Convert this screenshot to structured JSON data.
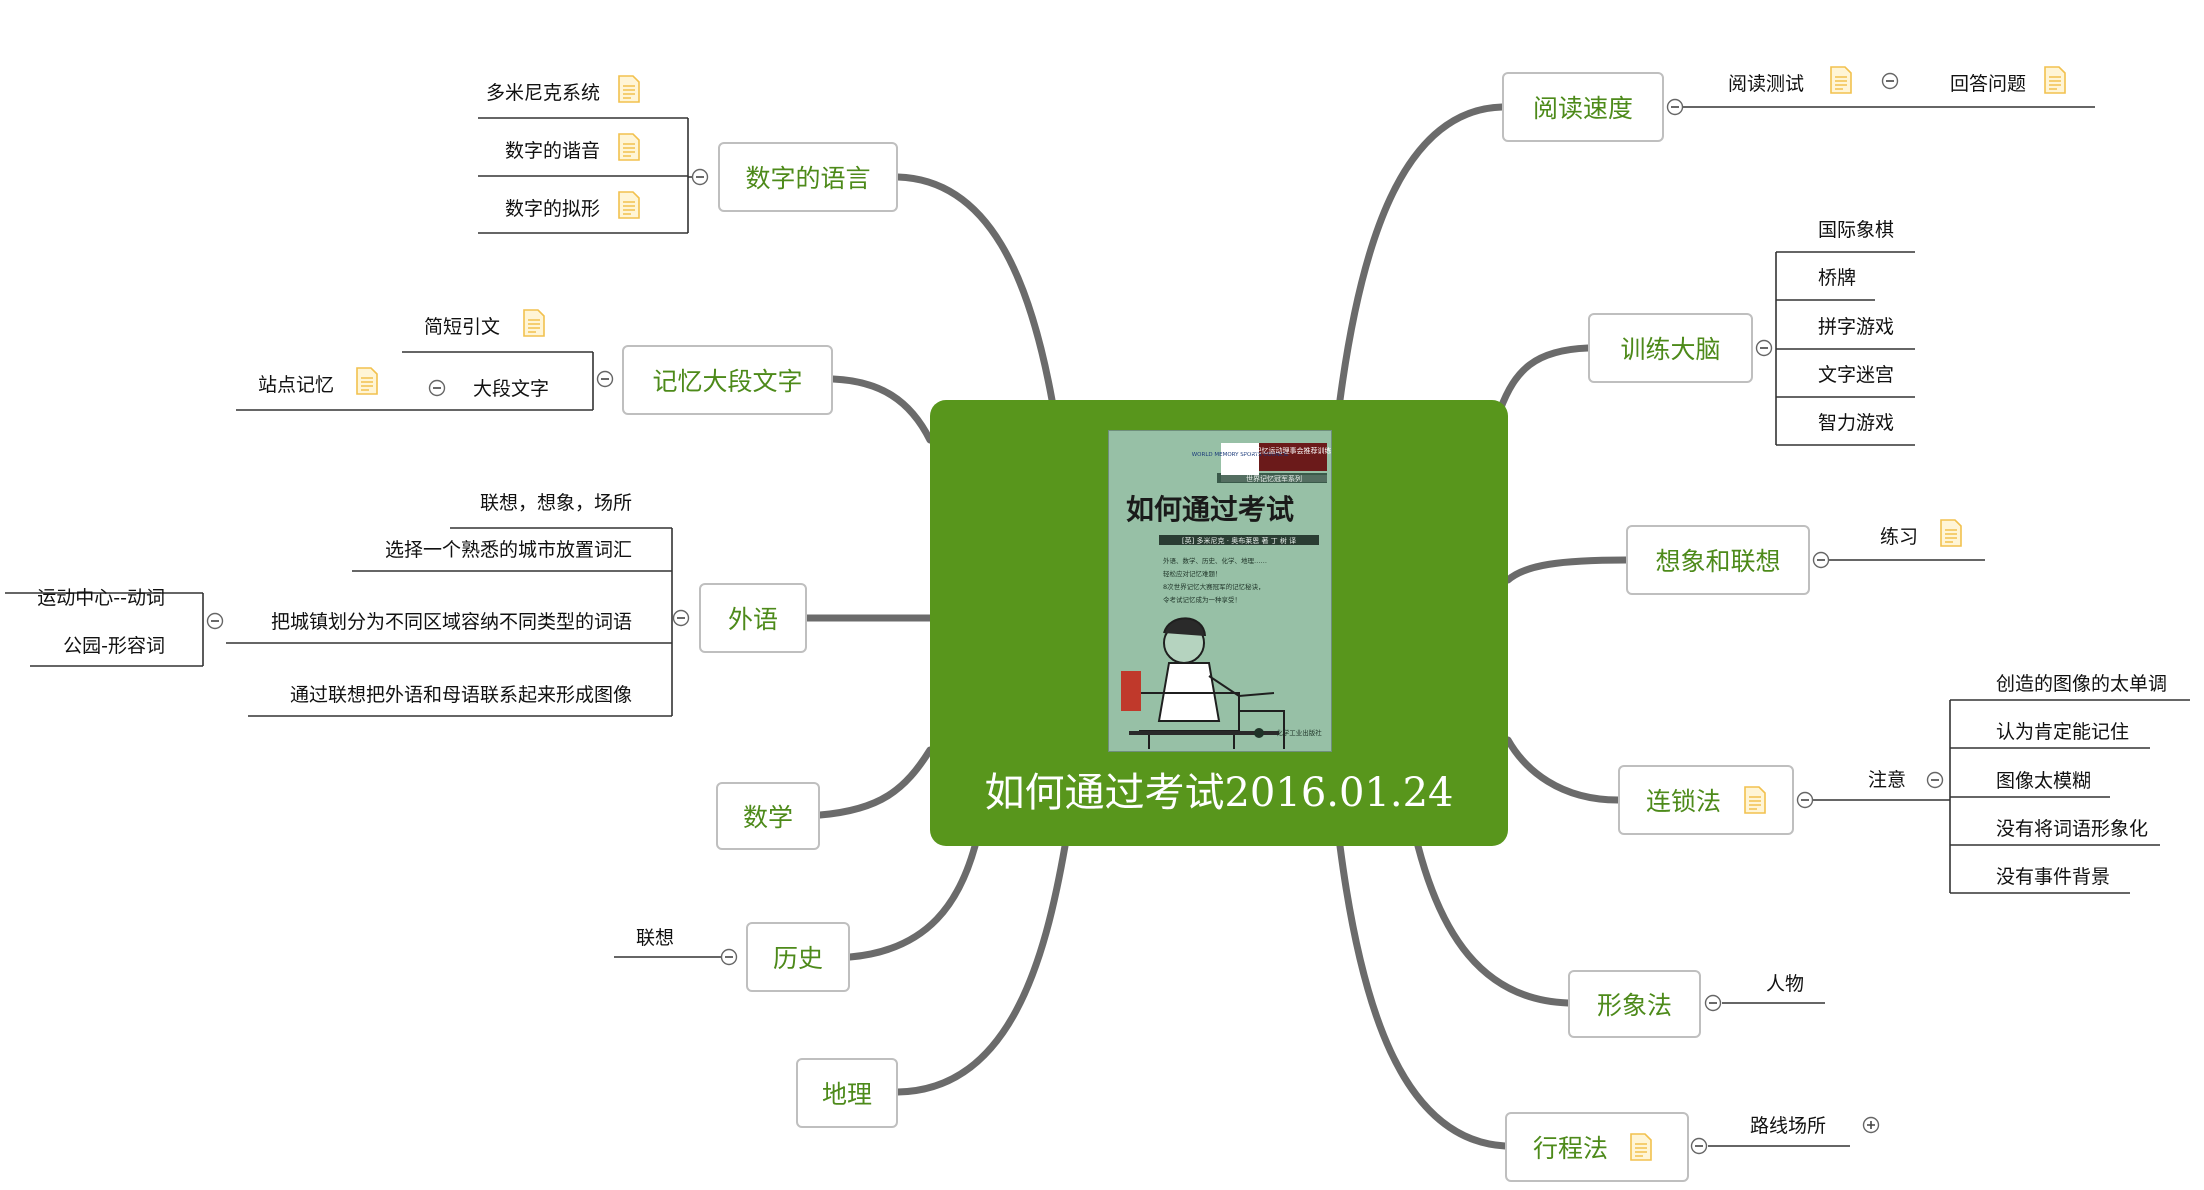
{
  "colors": {
    "central": "#58961c",
    "topic_text": "#4d8a1a",
    "branch": "#6b6b6b",
    "line": "#333333",
    "note": "#f2c14e"
  },
  "central": {
    "title": "如何通过考试2016.01.24",
    "book": {
      "badge": "WORLD MEMORY SPORTS COUNCIL",
      "org": "世界记忆运动理事会推荐训练用书",
      "series": "世界记忆冠军系列",
      "title": "如何通过考试",
      "authors": "[英] 多米尼克 · 奥布莱恩 著   丁 树 译",
      "desc": [
        "外语、数学、历史、化学、地理……",
        "轻松应对记忆难题！",
        "8次世界记忆大赛冠军的记忆秘诀，",
        "令考试记忆成为一种享受！"
      ],
      "publisher": "化学工业出版社"
    }
  },
  "topics": {
    "shuzi": {
      "label": "数字的语言",
      "items": [
        "多米尼克系统",
        "数字的谐音",
        "数字的拟形"
      ]
    },
    "jiyi": {
      "label": "记忆大段文字",
      "items": [
        "简短引文",
        "大段文字"
      ],
      "sub": [
        "站点记忆"
      ]
    },
    "waiyu": {
      "label": "外语",
      "items": [
        "联想，想象，场所",
        "选择一个熟悉的城市放置词汇",
        "把城镇划分为不同区域容纳不同类型的词语",
        "通过联想把外语和母语联系起来形成图像"
      ],
      "sub": [
        "运动中心--动词",
        "公园-形容词"
      ]
    },
    "shuxue": {
      "label": "数学"
    },
    "lishi": {
      "label": "历史",
      "items": [
        "联想"
      ]
    },
    "dili": {
      "label": "地理"
    },
    "yuedu": {
      "label": "阅读速度",
      "items": [
        "阅读测试",
        "回答问题"
      ]
    },
    "xunlian": {
      "label": "训练大脑",
      "items": [
        "国际象棋",
        "桥牌",
        "拼字游戏",
        "文字迷宫",
        "智力游戏"
      ]
    },
    "xiangxiang": {
      "label": "想象和联想",
      "items": [
        "练习"
      ]
    },
    "liansuo": {
      "label": "连锁法",
      "items": [
        "注意"
      ],
      "sub": [
        "创造的图像的太单调",
        "认为肯定能记住",
        "图像太模糊",
        "没有将词语形象化",
        "没有事件背景"
      ]
    },
    "xingxiang": {
      "label": "形象法",
      "items": [
        "人物"
      ]
    },
    "xingcheng": {
      "label": "行程法",
      "items": [
        "路线场所"
      ]
    }
  }
}
